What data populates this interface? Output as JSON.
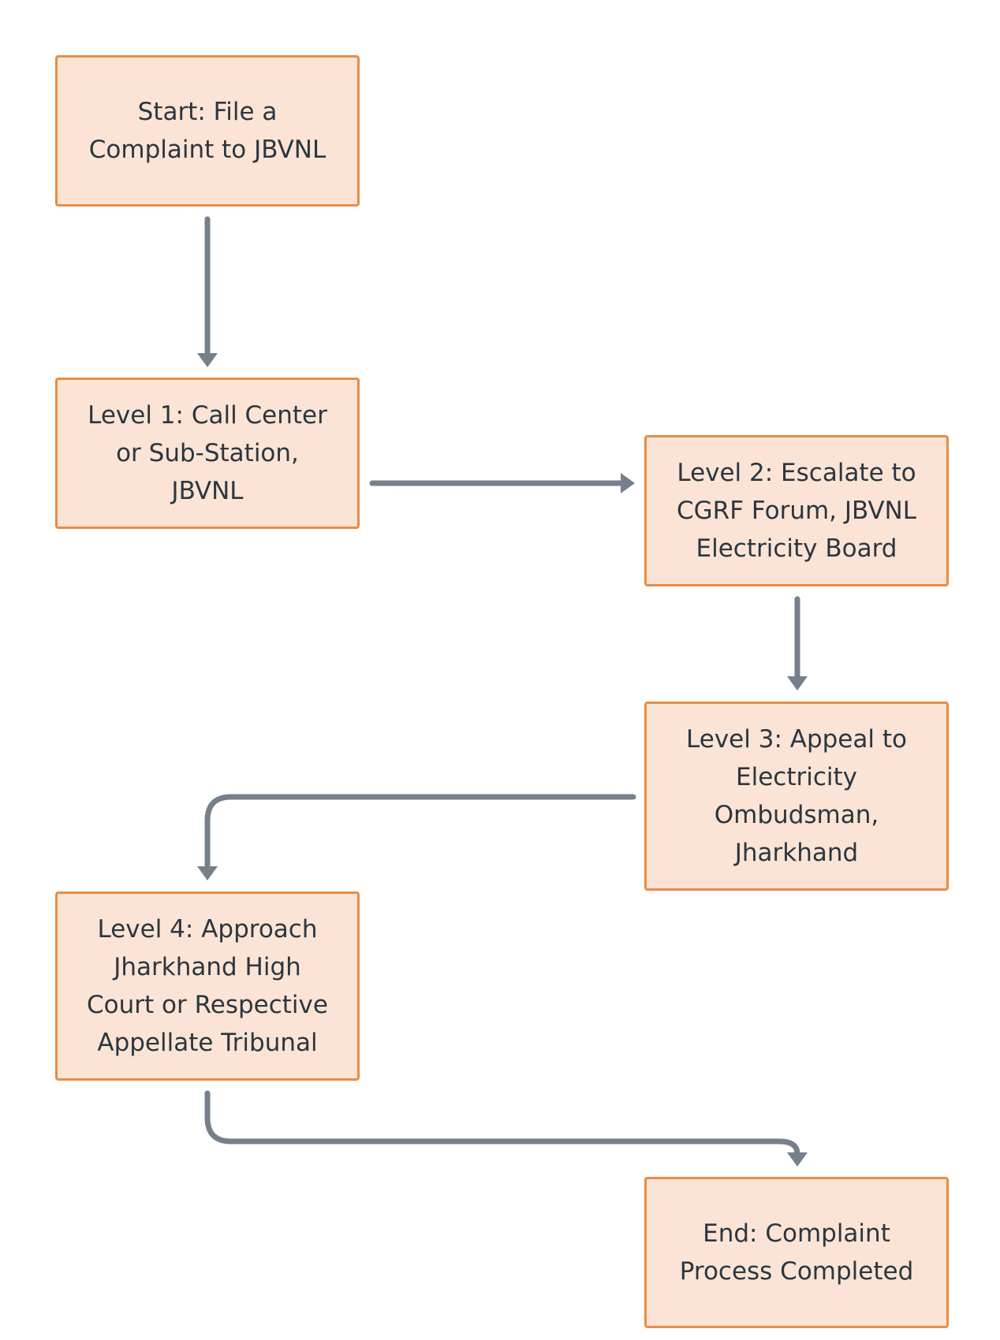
{
  "colors": {
    "node_fill": "#fbe4d5",
    "node_border": "#ea8c44",
    "edge": "#75808c",
    "text": "#2b3640"
  },
  "nodes": [
    {
      "id": "start",
      "label": "Start: File a\nComplaint to JBVNL"
    },
    {
      "id": "level1",
      "label": "Level 1: Call Center\nor Sub-Station,\nJBVNL"
    },
    {
      "id": "level2",
      "label": "Level 2: Escalate to\nCGRF Forum, JBVNL\nElectricity Board"
    },
    {
      "id": "level3",
      "label": "Level 3: Appeal to\nElectricity\nOmbudsman,\nJharkhand"
    },
    {
      "id": "level4",
      "label": "Level 4: Approach\nJharkhand High\nCourt or Respective\nAppellate Tribunal"
    },
    {
      "id": "end",
      "label": "End: Complaint\nProcess Completed"
    }
  ],
  "edges": [
    {
      "from": "start",
      "to": "level1"
    },
    {
      "from": "level1",
      "to": "level2"
    },
    {
      "from": "level2",
      "to": "level3"
    },
    {
      "from": "level3",
      "to": "level4"
    },
    {
      "from": "level4",
      "to": "end"
    }
  ]
}
